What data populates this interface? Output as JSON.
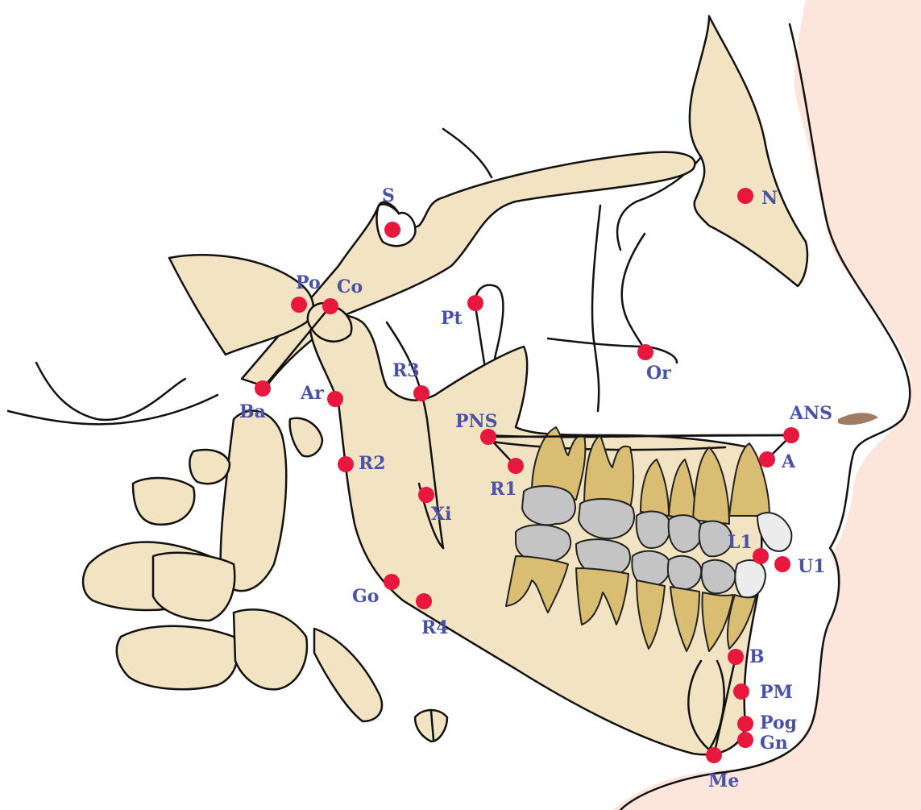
{
  "colors": {
    "skin": "#fbe1d4",
    "bone": "#f2e3c2",
    "tooth": "#d8bd72",
    "crown": "#c4c4c4",
    "outline": "#111111",
    "point": "#e8173d",
    "label": "#4a52a8"
  },
  "landmarks": [
    {
      "id": "S",
      "label": "S"
    },
    {
      "id": "N",
      "label": "N"
    },
    {
      "id": "Po",
      "label": "Po"
    },
    {
      "id": "Co",
      "label": "Co"
    },
    {
      "id": "Pt",
      "label": "Pt"
    },
    {
      "id": "Or",
      "label": "Or"
    },
    {
      "id": "R3",
      "label": "R3"
    },
    {
      "id": "Ar",
      "label": "Ar"
    },
    {
      "id": "Ba",
      "label": "Ba"
    },
    {
      "id": "PNS",
      "label": "PNS"
    },
    {
      "id": "ANS",
      "label": "ANS"
    },
    {
      "id": "A",
      "label": "A"
    },
    {
      "id": "R2",
      "label": "R2"
    },
    {
      "id": "R1",
      "label": "R1"
    },
    {
      "id": "Xi",
      "label": "Xi"
    },
    {
      "id": "L1",
      "label": "L1"
    },
    {
      "id": "U1",
      "label": "U1"
    },
    {
      "id": "Go",
      "label": "Go"
    },
    {
      "id": "R4",
      "label": "R4"
    },
    {
      "id": "B",
      "label": "B"
    },
    {
      "id": "PM",
      "label": "PM"
    },
    {
      "id": "Pog",
      "label": "Pog"
    },
    {
      "id": "Gn",
      "label": "Gn"
    },
    {
      "id": "Me",
      "label": "Me"
    }
  ]
}
